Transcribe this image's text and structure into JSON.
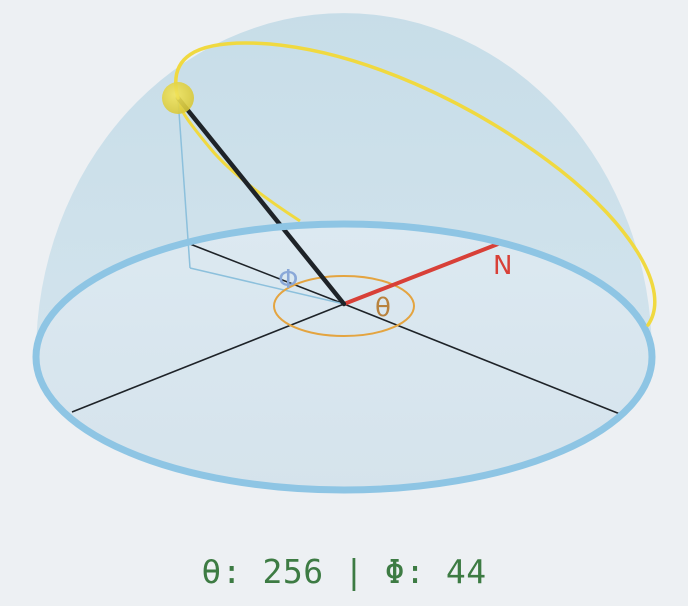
{
  "diagram": {
    "labels": {
      "north": "N",
      "theta": "θ",
      "phi": "Φ"
    },
    "colors": {
      "dome_fill": "#c7dde8",
      "rim": "#8ec5e4",
      "sun_path": "#f0d940",
      "sun": "#e8d84a",
      "north_line": "#d84038",
      "sun_ray": "#1e2328",
      "theta_arc": "#e4a440",
      "theta_label": "#b8823e",
      "phi_label": "#8aa8d8",
      "projection": "#8cc0dc",
      "axes": "#1e2328",
      "readout": "#3d7b43"
    },
    "readout": {
      "theta_label": "θ:",
      "theta_value": "256",
      "separator": "|",
      "phi_label": "Φ:",
      "phi_value": "44"
    }
  }
}
